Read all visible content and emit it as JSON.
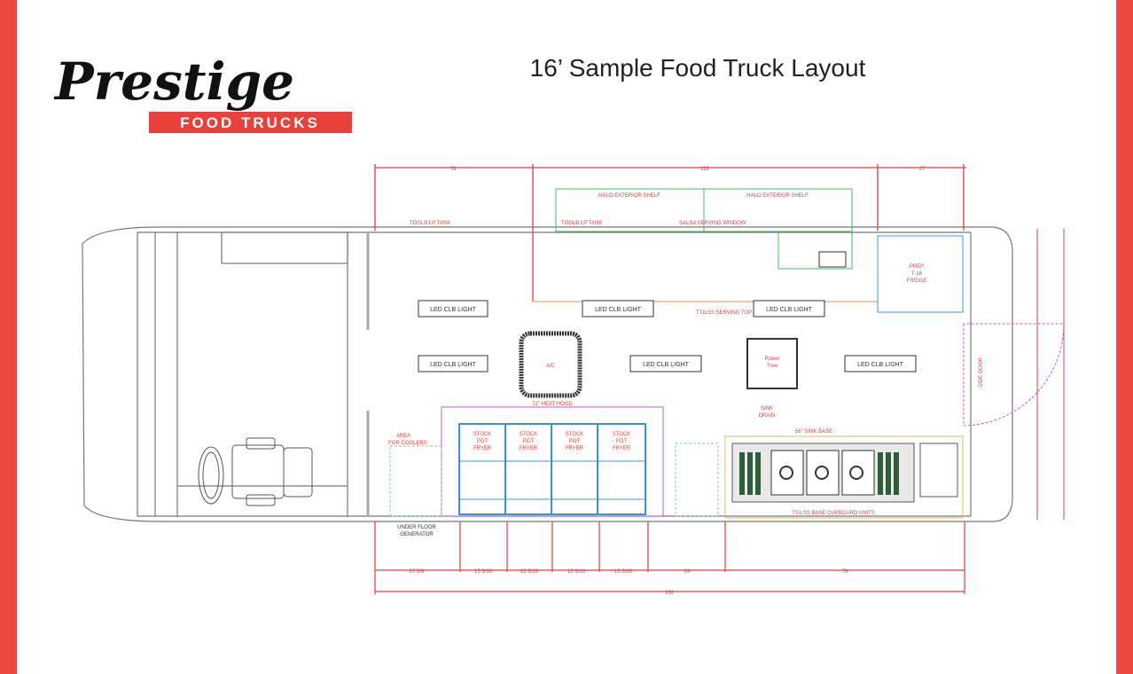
{
  "logo": {
    "brand": "Prestige",
    "tagline": "FOOD TRUCKS"
  },
  "title": "16’ Sample Food Truck Layout",
  "colors": {
    "edge": "#ec4a41",
    "dimension": "#e23c3c",
    "equipment": "#3b8fe8",
    "shelf": "#3cbf5a",
    "hood": "#c05ad8"
  },
  "labels": {
    "lp_tank_1": "TOGLB LP TANK",
    "lp_tank_2": "TOGLB LP TANK",
    "exterior_shelf_1": "HALO EXTERIOR SHELF",
    "exterior_shelf_2": "HALO EXTERIOR SHELF",
    "serving_window": "SALSA SERVING WINDOW",
    "serving_top": "T'GLSS SERVING TOP",
    "prep_fridge": [
      "PREP",
      "T-16",
      "FRIDGE"
    ],
    "ac": "A/C",
    "power_tree": [
      "Power",
      "Tree"
    ],
    "heat_hood": "72\" HEAT HOOD",
    "area_coolers": [
      "AREA",
      "FOR COOLERS"
    ],
    "generator": [
      "UNDER FLOOR",
      "GENERATOR"
    ],
    "sink_drain": [
      "SINK",
      "DRAIN"
    ],
    "sink_base": "56\" SINK BASE",
    "cabinet": "T'GLSS BASE CUPBOARD UNITS",
    "fryer": [
      "STOCK",
      "POT",
      "FRYER"
    ],
    "side_door": "SIDE DOOR",
    "led_lights": [
      "LED CLB LIGHT",
      "LED CLB LIGHT",
      "LED CLB LIGHT",
      "LED CLB LIGHT",
      "LED CLB LIGHT",
      "LED CLB LIGHT"
    ]
  },
  "dimensions": {
    "top": [
      "51",
      "113",
      "27"
    ],
    "bottom": [
      "27 3/8",
      "15 3/16",
      "15 3/16",
      "15 3/16",
      "15 3/16",
      "24",
      "78"
    ],
    "overall": "192"
  }
}
